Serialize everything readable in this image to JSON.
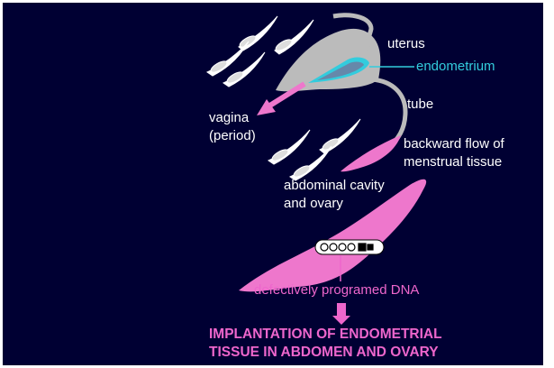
{
  "labels": {
    "uterus": "uterus",
    "endometrium": "endometrium",
    "tube": "tube",
    "vagina_line1": "vagina",
    "vagina_line2": "(period)",
    "backward_line1": "backward flow of",
    "backward_line2": "menstrual tissue",
    "abdominal_line1": "abdominal cavity",
    "abdominal_line2": "and ovary",
    "dna": "defectively programed DNA",
    "result_line1": "IMPLANTATION OF ENDOMETRIAL",
    "result_line2": "TISSUE IN ABDOMEN AND OVARY"
  },
  "colors": {
    "background": "#000033",
    "uterus": "#bbbbbb",
    "endometrium": "#33ccdd",
    "tissue": "#ee77cc",
    "label": "#ffffff",
    "dna_label": "#ee66cc",
    "arrow": "#ee66cc"
  }
}
